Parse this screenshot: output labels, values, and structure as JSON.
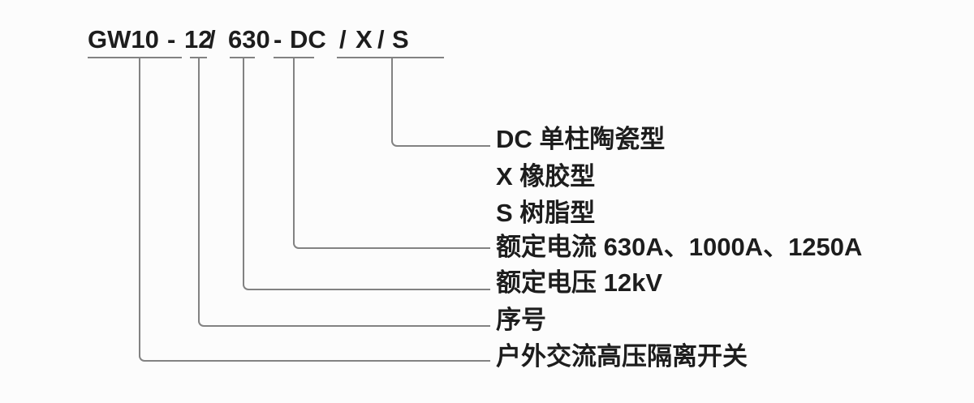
{
  "diagram": {
    "model": {
      "full": "GW10 - 12 / 630 - DC / X / S",
      "segments": [
        "GW10",
        "-",
        "12",
        "/",
        "630",
        "-",
        "DC",
        "/",
        "X",
        "/",
        "S"
      ]
    },
    "labels": {
      "type_dc": "DC 单柱陶瓷型",
      "type_x": "X 橡胶型",
      "type_s": "S 树脂型",
      "rated_current": "额定电流 630A、1000A、1250A",
      "rated_voltage": "额定电压 12kV",
      "serial": "序号",
      "product": "户外交流高压隔离开关"
    },
    "colors": {
      "text": "#1d1d1d",
      "line": "#828282",
      "background": "#fcfcfc"
    }
  }
}
